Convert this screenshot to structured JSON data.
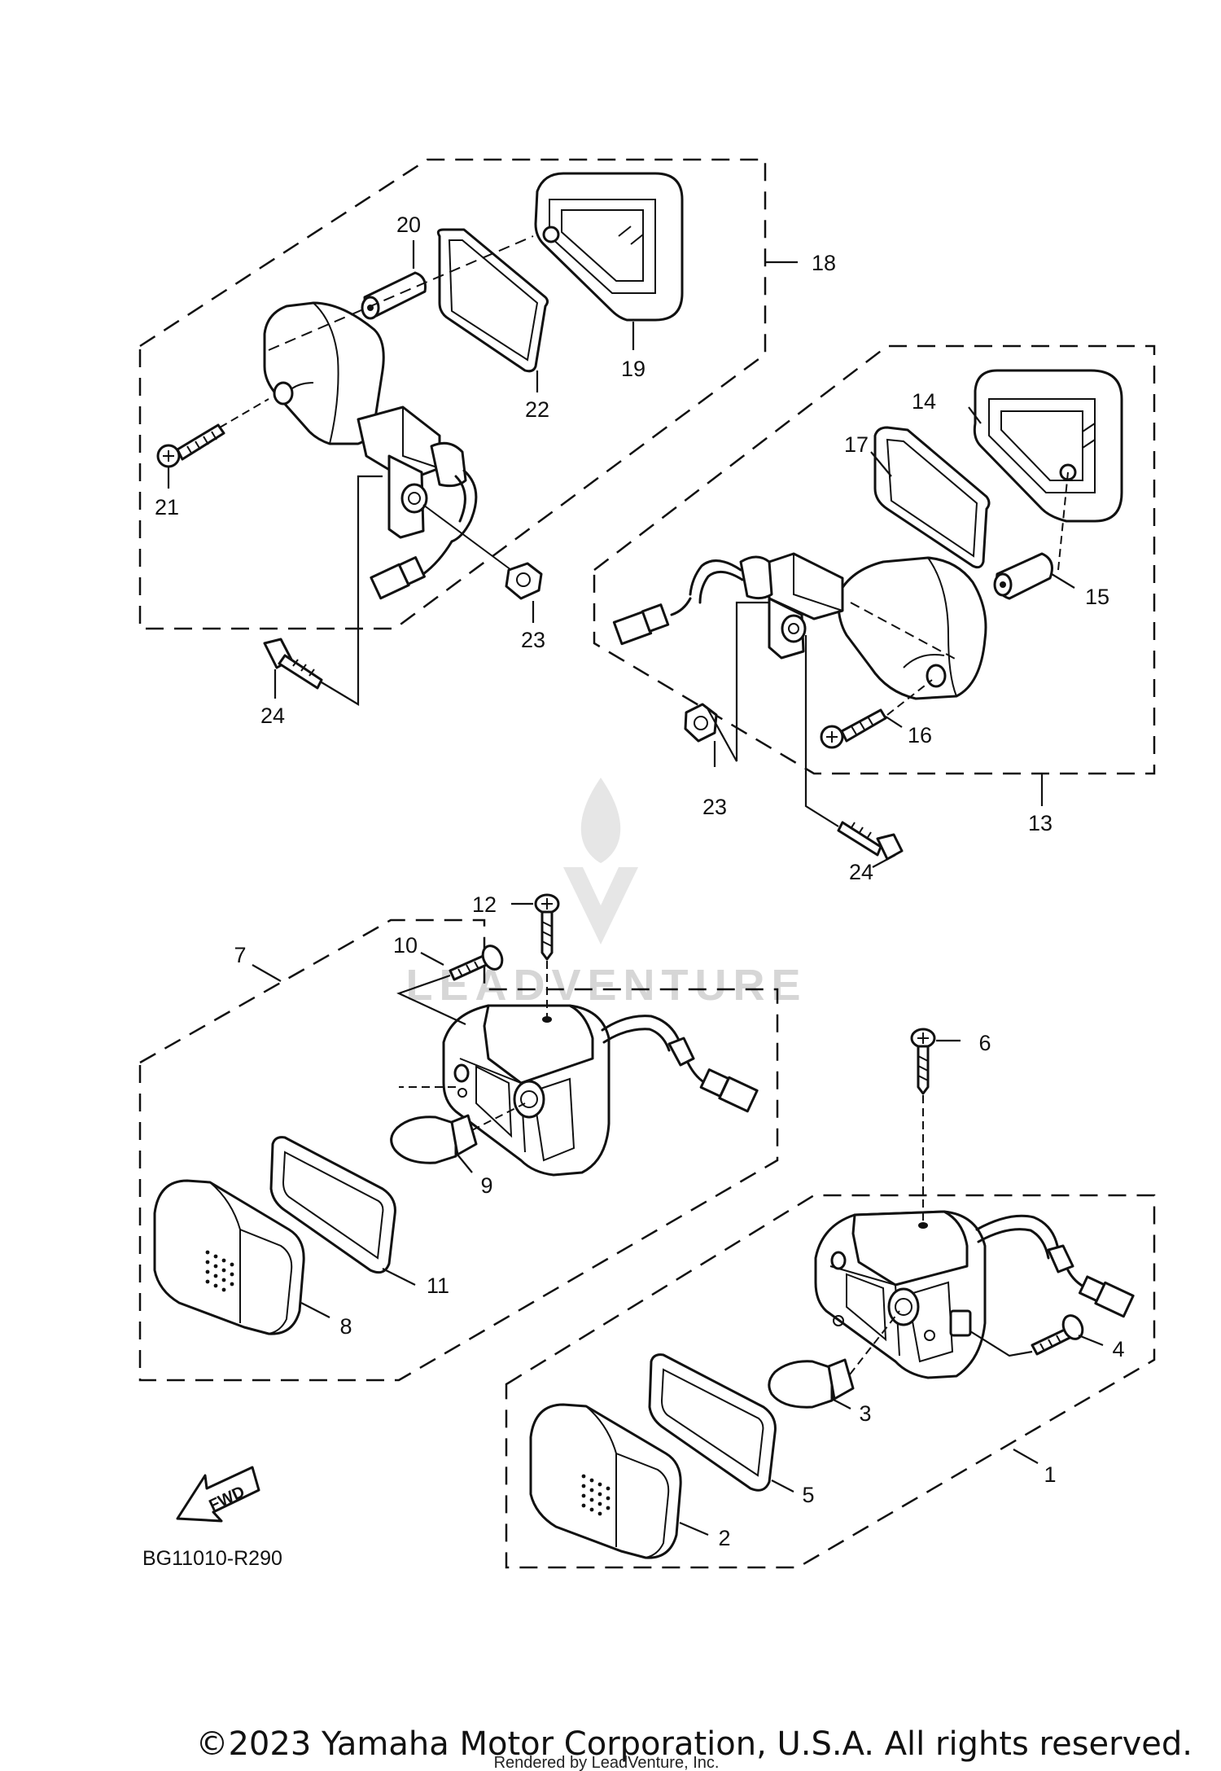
{
  "diagram": {
    "callouts": {
      "c1": "1",
      "c2": "2",
      "c3": "3",
      "c4": "4",
      "c5": "5",
      "c6": "6",
      "c7": "7",
      "c8": "8",
      "c9": "9",
      "c10": "10",
      "c11": "11",
      "c12": "12",
      "c13": "13",
      "c14": "14",
      "c15": "15",
      "c16": "16",
      "c17": "17",
      "c18": "18",
      "c19": "19",
      "c20": "20",
      "c21": "21",
      "c22": "22",
      "c23a": "23",
      "c23b": "23",
      "c24a": "24",
      "c24b": "24"
    },
    "fwd_label": "FWD",
    "diagram_code": "BG11010-R290",
    "watermark_text": "LEADVENTURE"
  },
  "footer": {
    "copyright": "©2023 Yamaha Motor Corporation, U.S.A. All rights reserved.",
    "rendered_by": "Rendered by LeadVenture, Inc."
  },
  "colors": {
    "ink": "#111111",
    "watermark": "#d6d6d6",
    "background": "#ffffff"
  }
}
